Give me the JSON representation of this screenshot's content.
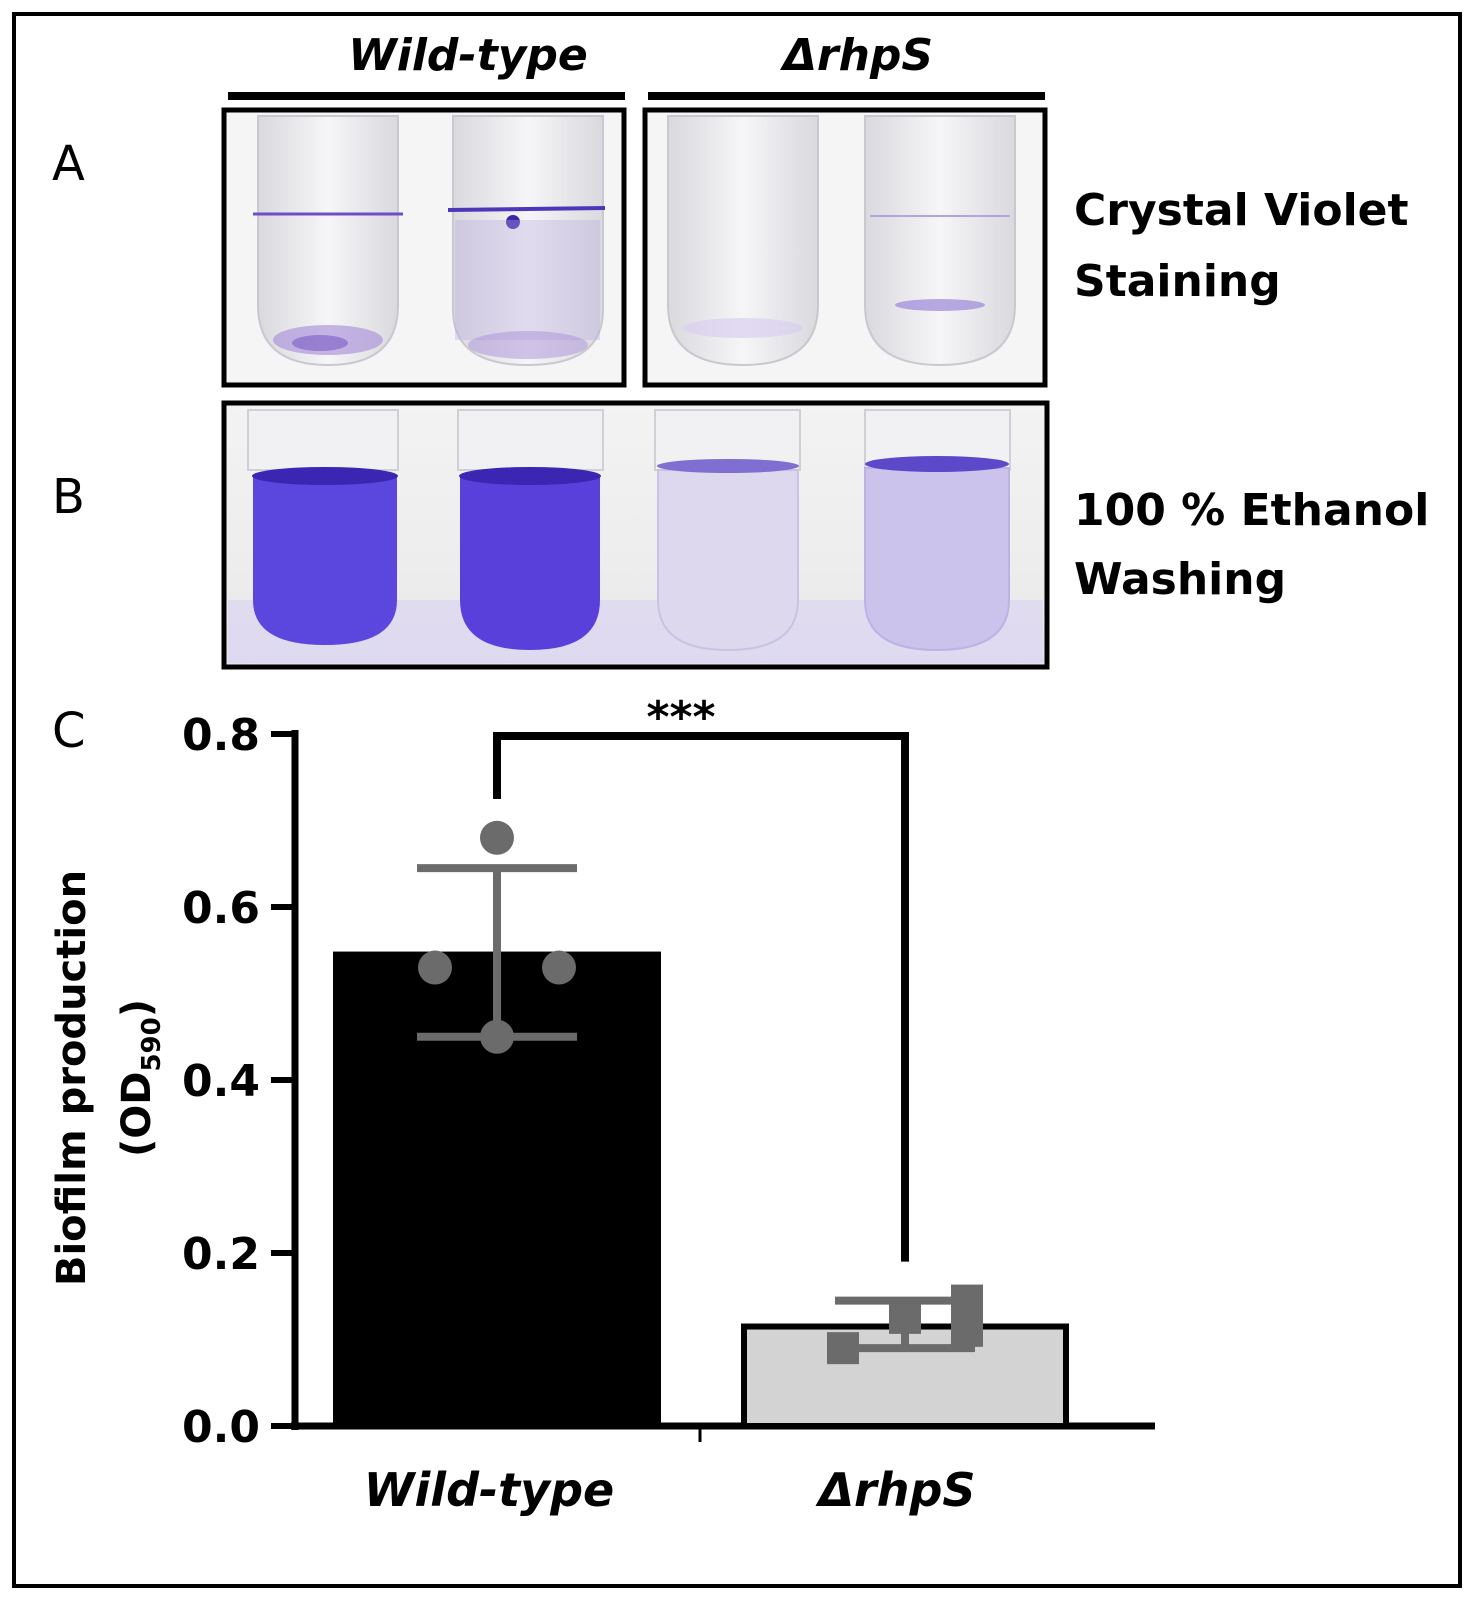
{
  "panels": {
    "a_letter": "A",
    "b_letter": "B",
    "c_letter": "C"
  },
  "header": {
    "group_wt": "Wild-type",
    "group_mut": "ΔrhpS"
  },
  "panel_a": {
    "label_line1": "Crystal Violet",
    "label_line2": "Staining"
  },
  "panel_b": {
    "label_line1": "100 % Ethanol",
    "label_line2": "Washing"
  },
  "colors": {
    "crystal_violet": "#5a3fe0",
    "bar_wt": "#000000",
    "bar_mut": "#d3d3d3",
    "points": "#6b6b6b"
  },
  "chart_data": {
    "type": "bar",
    "categories": [
      "Wild-type",
      "ΔrhpS"
    ],
    "values": [
      0.545,
      0.115
    ],
    "error": [
      {
        "low": 0.45,
        "high": 0.645
      },
      {
        "low": 0.09,
        "high": 0.145
      }
    ],
    "points": [
      [
        0.68,
        0.53,
        0.53,
        0.45
      ],
      [
        0.09,
        0.125,
        0.11,
        0.145
      ]
    ],
    "ylabel": "Biofilm production",
    "ylabel2_main": "(OD",
    "ylabel2_sub": "590",
    "ylabel2_close": ")",
    "ylim": [
      0,
      0.8
    ],
    "yticks": [
      "0.0",
      "0.2",
      "0.4",
      "0.6",
      "0.8"
    ],
    "significance": "***"
  }
}
